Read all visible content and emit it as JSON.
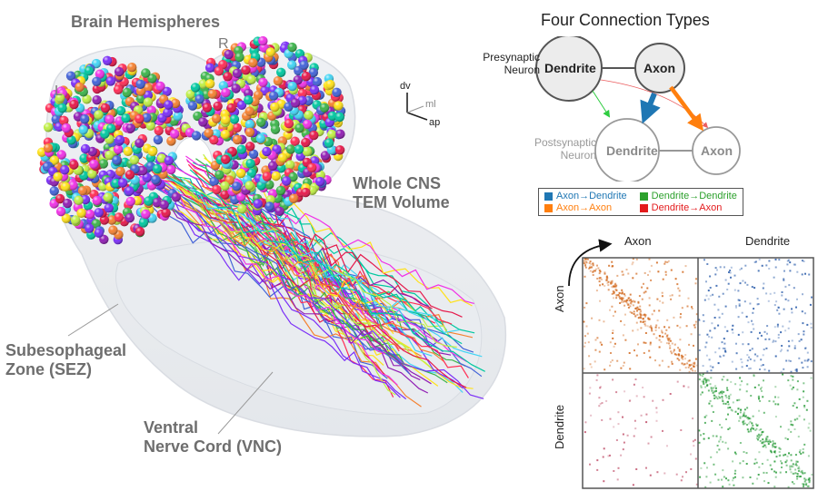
{
  "left_panel": {
    "title": "Brain Hemispheres",
    "left_label": "L",
    "right_label": "R",
    "volume_label": [
      "Whole CNS",
      "TEM Volume"
    ],
    "sez_label": [
      "Subesophageal",
      "Zone (SEZ)"
    ],
    "vnc_label": [
      "Ventral",
      "Nerve Cord (VNC)"
    ],
    "axes": {
      "dv": "dv",
      "ml": "ml",
      "ap": "ap"
    }
  },
  "connection_diagram": {
    "title": "Four Connection Types",
    "presynaptic_label": [
      "Presynaptic",
      "Neuron"
    ],
    "postsynaptic_label": [
      "Postsynaptic",
      "Neuron"
    ],
    "pre_dendrite": "Dendrite",
    "pre_axon": "Axon",
    "post_dendrite": "Dendrite",
    "post_axon": "Axon",
    "legend": [
      {
        "label": "Axon→Dendrite",
        "color": "#1f77b4"
      },
      {
        "label": "Dendrite→Dendrite",
        "color": "#2ca02c"
      },
      {
        "label": "Axon→Axon",
        "color": "#ff7f0e"
      },
      {
        "label": "Dendrite→Axon",
        "color": "#e31a1c"
      }
    ]
  },
  "matrix": {
    "col_labels": [
      "Axon",
      "Dendrite"
    ],
    "row_labels": [
      "Axon",
      "Dendrite"
    ],
    "quadrant_colors": {
      "axon_axon": "#d2691e",
      "axon_dendrite": "#2a5caa",
      "dendrite_axon": "#c0506a",
      "dendrite_dendrite": "#2e9e3e"
    }
  },
  "colors": {
    "neuron_palette": [
      "#e6194b",
      "#3cb44b",
      "#ffe119",
      "#4363d8",
      "#f58231",
      "#911eb4",
      "#42d4f4",
      "#f032e6",
      "#bfef45",
      "#00c8a0",
      "#ff2d55",
      "#7b2ff7"
    ]
  }
}
